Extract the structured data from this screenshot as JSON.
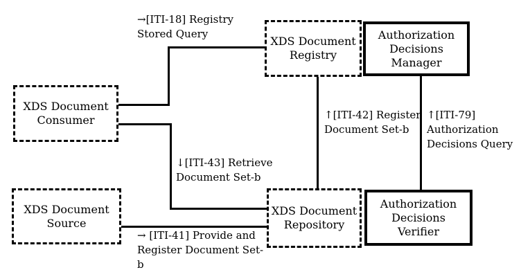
{
  "diagram": {
    "description": "XDS document sharing actors with Authorization Decisions actors and ITI transactions",
    "colors": {
      "background": "#ffffff",
      "line": "#000000",
      "text": "#000000"
    },
    "boxes": {
      "consumer": {
        "label": "XDS Document\nConsumer",
        "border": "dashed"
      },
      "source": {
        "label": "XDS Document\nSource",
        "border": "dashed"
      },
      "registry": {
        "label": "XDS Document\nRegistry",
        "border": "dashed"
      },
      "manager": {
        "label": "Authorization\nDecisions\nManager",
        "border": "solid"
      },
      "repository": {
        "label": "XDS Document\nRepository",
        "border": "dashed"
      },
      "verifier": {
        "label": "Authorization\nDecisions\nVerifier",
        "border": "solid"
      }
    },
    "transactions": {
      "iti18": {
        "label": "→[ITI-18] Registry\nStored Query",
        "from": "consumer",
        "to": "registry"
      },
      "iti42": {
        "label": "↑[ITI-42] Register\nDocument Set-b",
        "from": "repository",
        "to": "registry"
      },
      "iti79": {
        "label": "↑[ITI-79]\nAuthorization\nDecisions Query",
        "from": "verifier",
        "to": "manager"
      },
      "iti43": {
        "label": "↓[ITI-43] Retrieve\nDocument Set-b",
        "from": "consumer",
        "to": "repository"
      },
      "iti41": {
        "label": "→ [ITI-41] Provide and\nRegister Document Set-b",
        "from": "source",
        "to": "repository"
      }
    }
  }
}
